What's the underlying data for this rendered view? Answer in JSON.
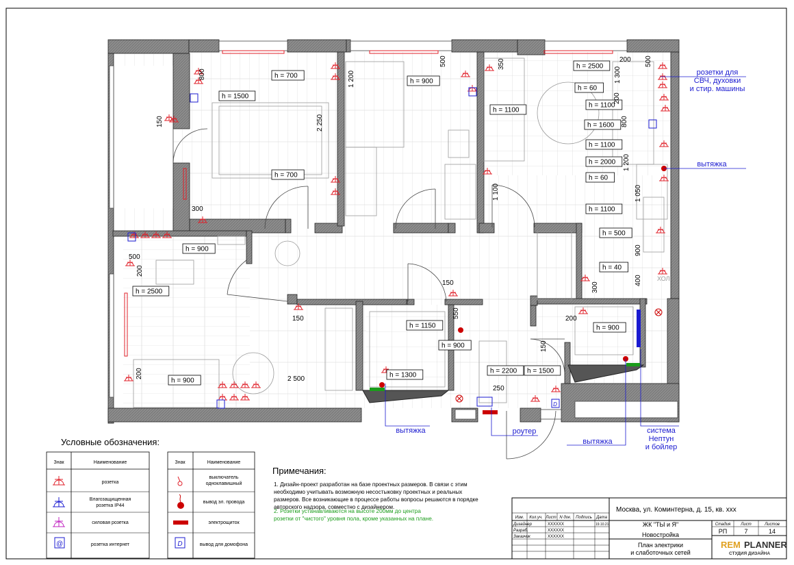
{
  "heights": [
    {
      "id": "h700a",
      "text": "h = 700"
    },
    {
      "id": "h1500",
      "text": "h = 1500"
    },
    {
      "id": "h700b",
      "text": "h = 700"
    },
    {
      "id": "h900a",
      "text": "h = 900"
    },
    {
      "id": "h1100a",
      "text": "h = 1100"
    },
    {
      "id": "h2500a",
      "text": "h = 2500"
    },
    {
      "id": "h60a",
      "text": "h = 60"
    },
    {
      "id": "h1100b",
      "text": "h = 1100"
    },
    {
      "id": "h1600",
      "text": "h = 1600"
    },
    {
      "id": "h1100c",
      "text": "h = 1100"
    },
    {
      "id": "h2000",
      "text": "h = 2000"
    },
    {
      "id": "h60b",
      "text": "h = 60"
    },
    {
      "id": "h1100d",
      "text": "h = 1100"
    },
    {
      "id": "h500",
      "text": "h = 500"
    },
    {
      "id": "h40",
      "text": "h = 40"
    },
    {
      "id": "h900b",
      "text": "h = 900"
    },
    {
      "id": "h2500b",
      "text": "h = 2500"
    },
    {
      "id": "h1150",
      "text": "h = 1150"
    },
    {
      "id": "h900c",
      "text": "h = 900"
    },
    {
      "id": "h1300",
      "text": "h = 1300"
    },
    {
      "id": "h900d",
      "text": "h = 900"
    },
    {
      "id": "h2200",
      "text": "h = 2200"
    },
    {
      "id": "h1500b",
      "text": "h = 1500"
    },
    {
      "id": "h900e",
      "text": "h = 900"
    }
  ],
  "dimensions": [
    {
      "id": "d800a",
      "text": "800"
    },
    {
      "id": "d150a",
      "text": "150"
    },
    {
      "id": "d1200a",
      "text": "1 200"
    },
    {
      "id": "d2250",
      "text": "2 250"
    },
    {
      "id": "d300a",
      "text": "300"
    },
    {
      "id": "d500a",
      "text": "500"
    },
    {
      "id": "d350",
      "text": "350"
    },
    {
      "id": "d200a",
      "text": "200"
    },
    {
      "id": "d500b",
      "text": "500"
    },
    {
      "id": "d1300",
      "text": "1 300"
    },
    {
      "id": "d200b",
      "text": "200"
    },
    {
      "id": "d800b",
      "text": "800"
    },
    {
      "id": "d1200b",
      "text": "1 200"
    },
    {
      "id": "d1050",
      "text": "1 050"
    },
    {
      "id": "d1100",
      "text": "1 100"
    },
    {
      "id": "d900",
      "text": "900"
    },
    {
      "id": "d400",
      "text": "400"
    },
    {
      "id": "d300b",
      "text": "300"
    },
    {
      "id": "d500c",
      "text": "500"
    },
    {
      "id": "d200c",
      "text": "200"
    },
    {
      "id": "d150b",
      "text": "150"
    },
    {
      "id": "d150c",
      "text": "150"
    },
    {
      "id": "d550",
      "text": "550"
    },
    {
      "id": "d200d",
      "text": "200"
    },
    {
      "id": "d2500",
      "text": "2 500"
    },
    {
      "id": "d200e",
      "text": "200"
    },
    {
      "id": "d150d",
      "text": "150"
    },
    {
      "id": "d250",
      "text": "250"
    }
  ],
  "callouts": {
    "sockets_appliances": [
      "розетки для",
      "СВЧ, духовки",
      "и стир. машины"
    ],
    "hood_kitchen": "вытяжка",
    "hood_left": "вытяжка",
    "router": "роутер",
    "hood_bath": "вытяжка",
    "neptun": [
      "система",
      "Нептун",
      "и бойлер"
    ],
    "hol": "ХОЛ"
  },
  "legend": {
    "title": "Условные обозначения:",
    "col_sign": "Знак",
    "col_name": "Наименование",
    "left_rows": [
      {
        "icon": "socket-icon",
        "name": "розетка"
      },
      {
        "icon": "socket-ip44-icon",
        "name": "Влагозащищенная розетка IP44"
      },
      {
        "icon": "power-socket-icon",
        "name": "силовая розетка"
      },
      {
        "icon": "internet-socket-icon",
        "name": "розетка интернет"
      }
    ],
    "right_rows": [
      {
        "icon": "switch-icon",
        "name": "выключатель одноклавишный"
      },
      {
        "icon": "wire-outlet-icon",
        "name": "вывод эл. провода"
      },
      {
        "icon": "junction-box-icon",
        "name": "электрощиток"
      },
      {
        "icon": "intercom-outlet-icon",
        "name": "вывод для домофона"
      }
    ]
  },
  "notes": {
    "title": "Примечания:",
    "note1": [
      "1. Дизайн-проект разработан на базе проектных размеров. В связи с этим",
      "необходимо учитывать возможную несостыковку проектных и реальных",
      "размеров. Все возникающие в процессе работы вопросы решаются в порядке",
      "авторского надзора, совместно с дизайнером."
    ],
    "note2": [
      "2. Розетки устанавливаются на высоте 200мм до центра",
      "розетки от \"чистого\" уровня пола, кроме указанных на плане."
    ],
    "note2_color": "#1a9c1a"
  },
  "title_block": {
    "address": "Москва, ул. Коминтерна, д. 15, кв. ххх",
    "cols": [
      "Изм.",
      "Кол.уч.",
      "Лист",
      "N док.",
      "Подпись",
      "Дата"
    ],
    "rows": [
      {
        "role": "Дизайнер",
        "name": "XXXXXX",
        "date": "19.10.21"
      },
      {
        "role": "Разраб.",
        "name": "XXXXXX",
        "date": ""
      },
      {
        "role": "Заказчик",
        "name": "XXXXXX",
        "date": ""
      }
    ],
    "project": "ЖК \"ТЫ и Я\"",
    "stage_label": "Стадия",
    "sheet_label": "Лист",
    "sheets_label": "Листов",
    "stage": "РП",
    "sheet": "7",
    "sheets": "14",
    "building": "Новостройка",
    "drawing_title": [
      "План электрики",
      "и слаботочных сетей"
    ],
    "logo_main_a": "REM",
    "logo_main_b": "PLANNER",
    "logo_sub": "СТУДИЯ ДИЗАЙНА"
  },
  "colors": {
    "socket": "#e0202a",
    "ip44": "#1a1ad0",
    "power": "#c020c0",
    "callout_blue": "#1a1ad0",
    "wall_fill": "#8a8a8a",
    "green": "#1a9c1a"
  }
}
